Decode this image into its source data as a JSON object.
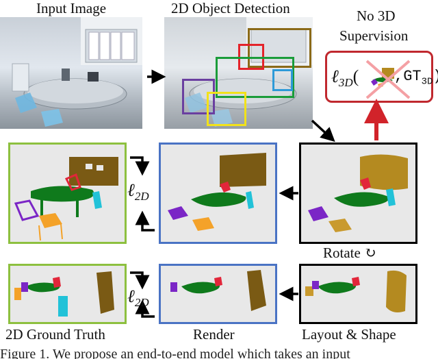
{
  "labels": {
    "input_image": "Input Image",
    "detection": "2D Object Detection",
    "no3d_line1": "No 3D",
    "no3d_line2": "Supervision",
    "rotate": "Rotate ↻",
    "gt": "2D Ground Truth",
    "render": "Render",
    "layout": "Layout & Shape"
  },
  "loss_3d": {
    "symbol": "ℓ",
    "sub": "3D",
    "open": "(",
    "comma": ",",
    "gt": "GT",
    "gt_sub": "3D",
    "close": ")"
  },
  "loss_2d": {
    "symbol": "ℓ",
    "sub": "2D"
  },
  "caption": "Figure 1. We propose an end-to-end model which takes an input",
  "colors": {
    "gt_border": "#8dc03f",
    "render_border": "#4a73c4",
    "supervision_border": "#c0282e",
    "red_arrow": "#d1232a",
    "detect_olive": "#8b6a18",
    "detect_red": "#e4232a",
    "detect_green": "#1a9c3a",
    "detect_blue": "#2d9ad8",
    "detect_purple": "#6a3fa0",
    "detect_yellow": "#f2e21a",
    "cabinet_gt": "#7a5a14",
    "cabinet_gold": "#b48a20",
    "table": "#0f7a1c",
    "chair_purple": "#7b26c6",
    "chair_orange": "#f4a229",
    "chair_cyan": "#22c2d8",
    "chair_red": "#e2263a"
  }
}
